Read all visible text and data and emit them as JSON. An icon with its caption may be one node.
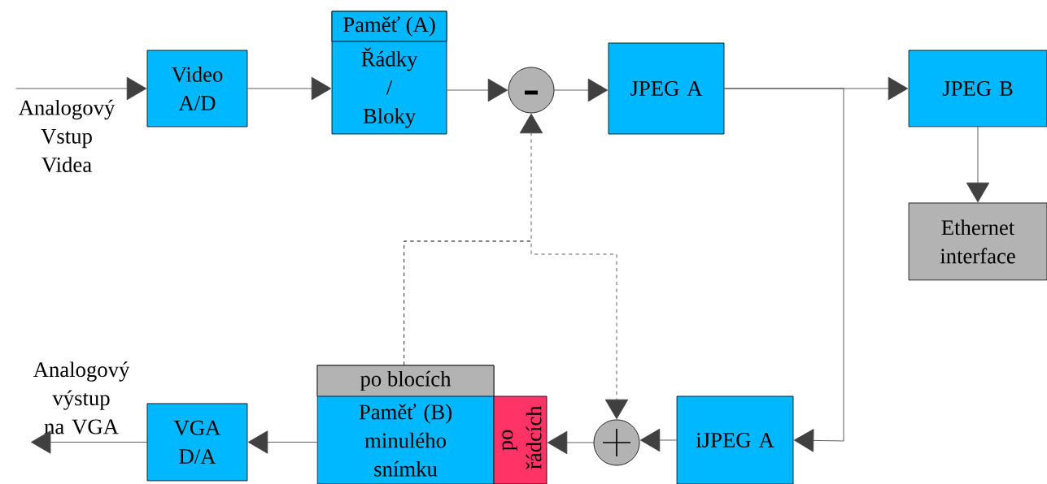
{
  "diagram": {
    "nodes": [
      {
        "text": [
          "Video A/D"
        ]
      },
      {
        "text": [
          "Paměť (A)",
          "Řádky / Bloky"
        ]
      },
      {
        "text": [],
        "shape": "circle"
      },
      {
        "text": [
          "JPEG A"
        ]
      },
      {
        "text": [
          "JPEG B"
        ]
      },
      {
        "text": [
          "Ethernet interface"
        ]
      },
      {
        "text": [
          "iJPEG A"
        ]
      },
      {
        "text": [],
        "shape": "circle"
      },
      {
        "text": [
          "po blocích",
          "Paměť (B) minulého snímku"
        ]
      },
      {
        "text": [
          "po řádcích"
        ]
      },
      {
        "text": [
          "VGA D/A"
        ]
      },
      {
        "text": [
          "Analogový Vstup Videa"
        ]
      },
      {
        "text": [
          "Analogový výstup na VGA"
        ]
      }
    ],
    "edges": [
      {
        "from": 11,
        "to": 0,
        "arrow": "to"
      },
      {
        "from": 0,
        "to": 1,
        "arrow": "to"
      },
      {
        "from": 1,
        "to": 2,
        "arrow": "to"
      },
      {
        "from": 2,
        "to": 3,
        "arrow": "to"
      },
      {
        "from": 3,
        "to": 4,
        "arrow": "to"
      },
      {
        "from": 3,
        "to": 6,
        "arrow": "to"
      },
      {
        "from": 4,
        "to": 5,
        "arrow": "to"
      },
      {
        "from": 6,
        "to": 7,
        "arrow": "to"
      },
      {
        "from": 7,
        "to": 9,
        "arrow": "to"
      },
      {
        "from": 8,
        "to": 10,
        "arrow": "to"
      },
      {
        "from": 10,
        "to": 12,
        "arrow": "to"
      },
      {
        "from": 8,
        "to": 2,
        "arrow": "to",
        "style": "dashed"
      },
      {
        "from": 8,
        "to": 7,
        "arrow": "to",
        "style": "dashed"
      }
    ]
  }
}
